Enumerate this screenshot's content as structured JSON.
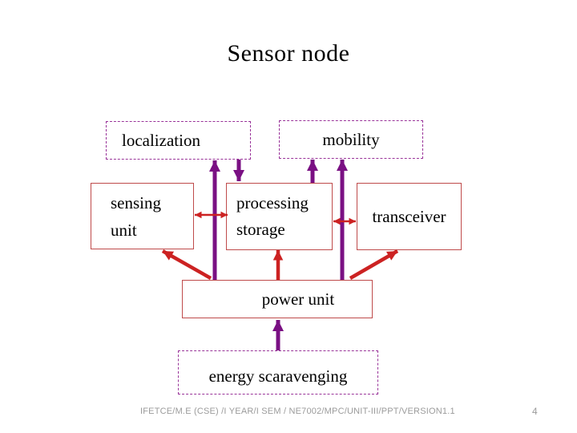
{
  "title": "Sensor node",
  "colors": {
    "purple_arrow": "#7a1083",
    "dashed_border": "#993399",
    "solid_border": "#bf4b4b",
    "red_arrow": "#cc2222",
    "footer_gray": "#9b9b9b"
  },
  "diagram": {
    "boxes": {
      "localization": {
        "label": "localization",
        "border": "dashed-purple"
      },
      "mobility": {
        "label": "mobility",
        "border": "dashed-purple"
      },
      "sensing_unit": {
        "label": "sensing\nunit",
        "border": "solid-red"
      },
      "processing_storage": {
        "label": "processing\nstorage",
        "border": "solid-red"
      },
      "transceiver": {
        "label": "transceiver",
        "border": "solid-red"
      },
      "power_unit": {
        "label": "power unit",
        "border": "solid-red"
      },
      "energy_scaravenging": {
        "label": "energy scaravenging",
        "border": "dashed-purple"
      }
    },
    "connections": [
      "power-unit -> localization (purple, up)",
      "localization -> processing-storage (purple, down)",
      "processing-storage -> mobility (purple, up)",
      "power-unit -> mobility (purple, up)",
      "energy-scaravenging -> power-unit (purple, up)",
      "sensing-unit <-> processing-storage (red, double)",
      "processing-storage <-> transceiver (red, double)",
      "power-unit -> sensing-unit (red, diagonal)",
      "power-unit -> processing-storage (red, up)",
      "power-unit -> transceiver (red, diagonal)"
    ]
  },
  "footer": {
    "text": "IFETCE/M.E (CSE) /I YEAR/I SEM / NE7002/MPC/UNIT-III/PPT/VERSION1.1",
    "page_number": "4"
  }
}
